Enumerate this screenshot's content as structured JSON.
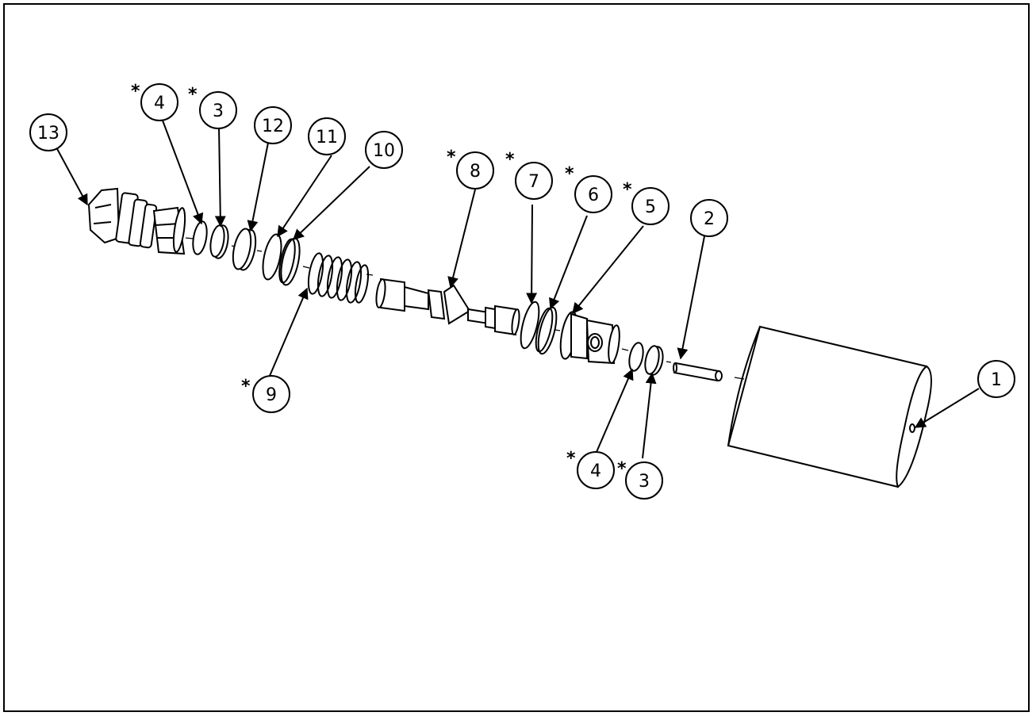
{
  "balloons": [
    {
      "id": "b13",
      "label": "13",
      "starred": false
    },
    {
      "id": "b4a",
      "label": "4",
      "starred": true
    },
    {
      "id": "b3a",
      "label": "3",
      "starred": true
    },
    {
      "id": "b12",
      "label": "12",
      "starred": false
    },
    {
      "id": "b11",
      "label": "11",
      "starred": false
    },
    {
      "id": "b10",
      "label": "10",
      "starred": false
    },
    {
      "id": "b8",
      "label": "8",
      "starred": true
    },
    {
      "id": "b7",
      "label": "7",
      "starred": true
    },
    {
      "id": "b6",
      "label": "6",
      "starred": true
    },
    {
      "id": "b5",
      "label": "5",
      "starred": true
    },
    {
      "id": "b2",
      "label": "2",
      "starred": false
    },
    {
      "id": "b1",
      "label": "1",
      "starred": false
    },
    {
      "id": "b9",
      "label": "9",
      "starred": true
    },
    {
      "id": "b4b",
      "label": "4",
      "starred": true
    },
    {
      "id": "b3b",
      "label": "3",
      "starred": true
    }
  ],
  "star_symbol": "*"
}
